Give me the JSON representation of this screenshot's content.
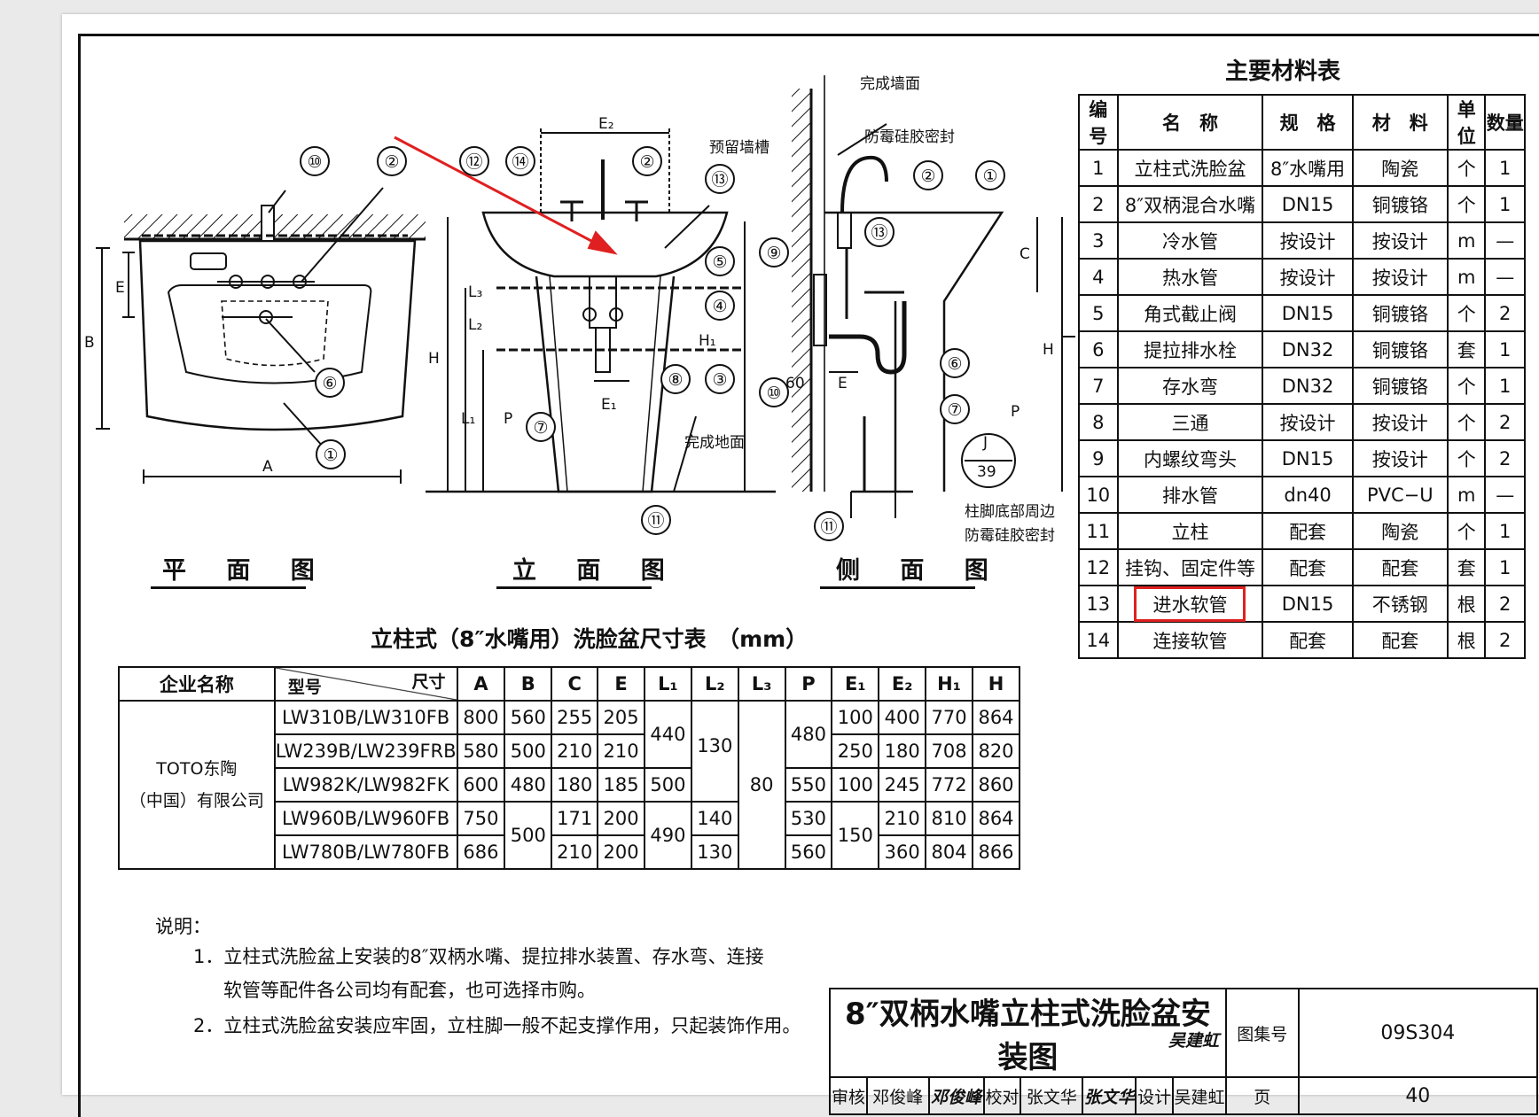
{
  "drawing": {
    "views": {
      "plan": "平 面 图",
      "front": "立 面 图",
      "side": "侧 面 图"
    },
    "callouts": [
      "①",
      "②",
      "③",
      "④",
      "⑤",
      "⑥",
      "⑦",
      "⑧",
      "⑨",
      "⑩",
      "⑪",
      "⑫",
      "⑬",
      "⑭"
    ],
    "labels": {
      "finished_wall": "完成墙面",
      "reserved_slot": "预留墙槽",
      "mildew_seal": "防霉硅胶密封",
      "finished_floor": "完成地面",
      "base_seal_1": "柱脚底部周边",
      "base_seal_2": "防霉硅胶密封",
      "detail_top": "J",
      "detail_bottom": "39",
      "dim_60": "60",
      "dims": [
        "A",
        "B",
        "E",
        "E₂",
        "E₁",
        "H",
        "H₁",
        "L₁",
        "L₂",
        "L₃",
        "P",
        "C",
        "E",
        "H",
        "P"
      ]
    }
  },
  "materials": {
    "title": "主要材料表",
    "headers": [
      "编号",
      "名　称",
      "规　格",
      "材　料",
      "单位",
      "数量"
    ],
    "rows": [
      [
        "1",
        "立柱式洗脸盆",
        "8″水嘴用",
        "陶瓷",
        "个",
        "1"
      ],
      [
        "2",
        "8″双柄混合水嘴",
        "DN15",
        "铜镀铬",
        "个",
        "1"
      ],
      [
        "3",
        "冷水管",
        "按设计",
        "按设计",
        "m",
        "—"
      ],
      [
        "4",
        "热水管",
        "按设计",
        "按设计",
        "m",
        "—"
      ],
      [
        "5",
        "角式截止阀",
        "DN15",
        "铜镀铬",
        "个",
        "2"
      ],
      [
        "6",
        "提拉排水栓",
        "DN32",
        "铜镀铬",
        "套",
        "1"
      ],
      [
        "7",
        "存水弯",
        "DN32",
        "铜镀铬",
        "个",
        "1"
      ],
      [
        "8",
        "三通",
        "按设计",
        "按设计",
        "个",
        "2"
      ],
      [
        "9",
        "内螺纹弯头",
        "DN15",
        "按设计",
        "个",
        "2"
      ],
      [
        "10",
        "排水管",
        "dn40",
        "PVC−U",
        "m",
        "—"
      ],
      [
        "11",
        "立柱",
        "配套",
        "陶瓷",
        "个",
        "1"
      ],
      [
        "12",
        "挂钩、固定件等",
        "配套",
        "配套",
        "套",
        "1"
      ],
      [
        "13",
        "进水软管",
        "DN15",
        "不锈钢",
        "根",
        "2"
      ],
      [
        "14",
        "连接软管",
        "配套",
        "配套",
        "根",
        "2"
      ]
    ],
    "highlighted_row": 13
  },
  "dimensions": {
    "title": "立柱式（8″水嘴用）洗脸盆尺寸表　（mm）",
    "company_header": "企业名称",
    "model_header": "型号",
    "size_header": "尺寸",
    "columns": [
      "A",
      "B",
      "C",
      "E",
      "L₁",
      "L₂",
      "L₃",
      "P",
      "E₁",
      "E₂",
      "H₁",
      "H"
    ],
    "company_line1": "TOTO东陶",
    "company_line2": "（中国）有限公司",
    "models": [
      "LW310B/LW310FB",
      "LW239B/LW239FRB",
      "LW982K/LW982FK",
      "LW960B/LW960FB",
      "LW780B/LW780FB"
    ],
    "A": [
      "800",
      "580",
      "600",
      "750",
      "686"
    ],
    "B_single": [
      "560",
      "500",
      "480"
    ],
    "B_merged": "500",
    "C": [
      "255",
      "210",
      "180",
      "171",
      "210"
    ],
    "E": [
      "205",
      "210",
      "185",
      "200",
      "200"
    ],
    "L1_merged_top": "440",
    "L1_row3": "500",
    "L1_merged_bottom": "490",
    "L2_merged_top": "130",
    "L2_row4": "140",
    "L2_row5": "130",
    "L3_merged": "80",
    "P_merged_top": "480",
    "P_rows": [
      "550",
      "530",
      "560"
    ],
    "E1_rows": [
      "100",
      "250",
      "100"
    ],
    "E1_merged_bottom": "150",
    "E2": [
      "400",
      "180",
      "245",
      "210",
      "360"
    ],
    "H1": [
      "770",
      "708",
      "772",
      "810",
      "804"
    ],
    "H": [
      "864",
      "820",
      "860",
      "864",
      "866"
    ]
  },
  "notes": {
    "heading": "说明：",
    "items": [
      "1．立柱式洗脸盆上安装的8″双柄水嘴、提拉排水装置、存水弯、连接",
      "软管等配件各公司均有配套，也可选择市购。",
      "2．立柱式洗脸盆安装应牢固，立柱脚一般不起支撑作用，只起装饰作用。"
    ]
  },
  "title_block": {
    "title": "8″双柄水嘴立柱式洗脸盆安装图",
    "atlas_label": "图集号",
    "atlas_no": "09S304",
    "review_label": "审核",
    "review_name": "邓俊峰",
    "review_sig": "邓俊峰",
    "check_label": "校对",
    "check_name": "张文华",
    "check_sig": "张文华",
    "design_label": "设计",
    "design_name": "吴建虹",
    "design_sig": "吴建虹",
    "page_label": "页",
    "page_no": "40"
  },
  "colors": {
    "highlight": "#e02020",
    "arrow": "#e02020",
    "ink": "#111111"
  }
}
